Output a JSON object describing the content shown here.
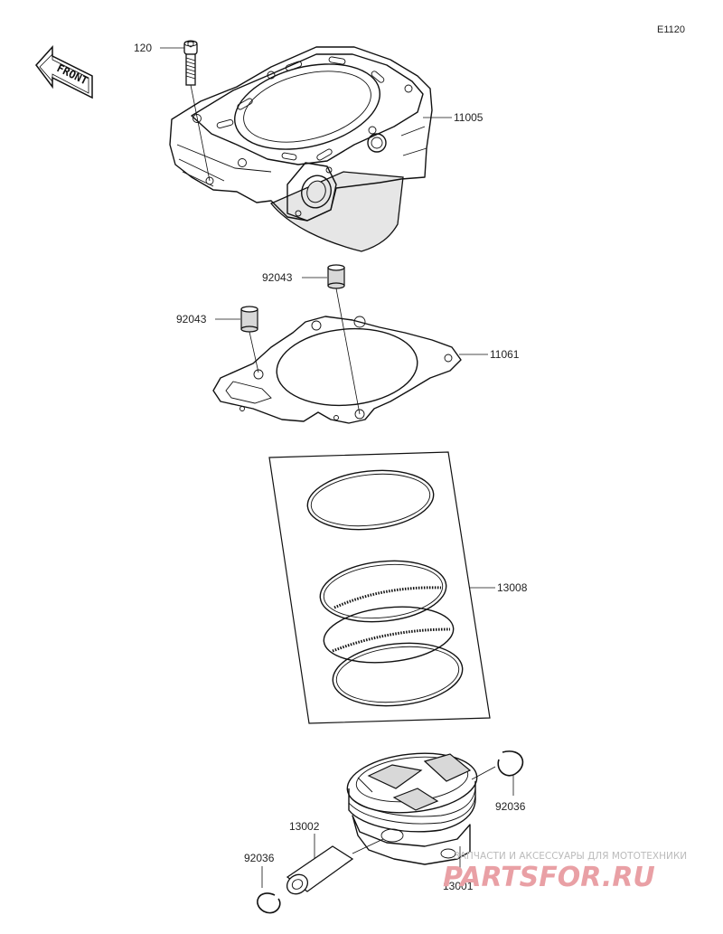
{
  "diagram": {
    "ref_code": "E1120",
    "front_label": "FRONT",
    "parts": [
      {
        "number": "120",
        "name": "bolt"
      },
      {
        "number": "11005",
        "name": "cylinder"
      },
      {
        "number": "92043",
        "name": "dowel-pin-rear"
      },
      {
        "number": "92043",
        "name": "dowel-pin-front"
      },
      {
        "number": "11061",
        "name": "cylinder-base-gasket"
      },
      {
        "number": "13008",
        "name": "piston-ring-set"
      },
      {
        "number": "92036",
        "name": "circlip-right"
      },
      {
        "number": "13002",
        "name": "piston-pin"
      },
      {
        "number": "92036",
        "name": "circlip-left"
      },
      {
        "number": "13001",
        "name": "piston"
      }
    ]
  },
  "watermark": {
    "tagline": "ЗАПЧАСТИ И АКСЕССУАРЫ ДЛЯ МОТОТЕХНИКИ",
    "brand": "PARTSFOR.RU"
  }
}
